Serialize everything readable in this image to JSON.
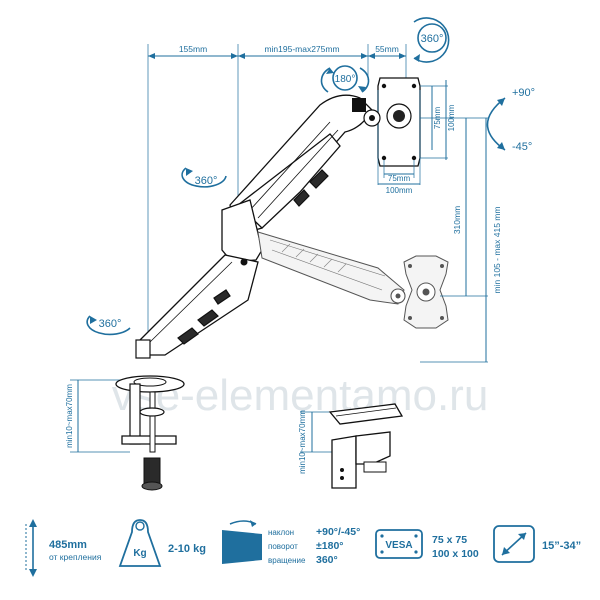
{
  "dimensions": {
    "top_left": "155mm",
    "top_middle": "min195-max275mm",
    "top_right": "55mm",
    "vesa_h_small": "75mm",
    "vesa_h_large": "100mm",
    "vesa_v_small": "75mm",
    "vesa_v_large": "100mm",
    "height_310": "310mm",
    "height_range": "min 105 - max 415 mm",
    "clamp_left": "min10~max70mm",
    "clamp_right": "min10~max70mm"
  },
  "rotations": {
    "top_monitor": "360°",
    "top_swivel": "180°",
    "elbow": "360°",
    "base": "360°",
    "tilt_up": "+90°",
    "tilt_down": "-45°"
  },
  "watermark": "vse-elementamo.ru",
  "specs": {
    "reach": {
      "value": "485mm",
      "sub": "от крепления"
    },
    "load": {
      "badge": "Kg",
      "value": "2-10 kg"
    },
    "motion": {
      "rows": [
        {
          "label": "наклон",
          "value": "+90°/-45°"
        },
        {
          "label": "поворот",
          "value": "±180°"
        },
        {
          "label": "вращение",
          "value": "360°"
        }
      ]
    },
    "vesa": {
      "badge": "VESA",
      "line1": "75 x 75",
      "line2": "100 x 100"
    },
    "screen": {
      "value": "15”-34”"
    }
  },
  "colors": {
    "accent": "#1f6f9e",
    "ink": "#111111",
    "watermark": "#b9c6cf"
  }
}
